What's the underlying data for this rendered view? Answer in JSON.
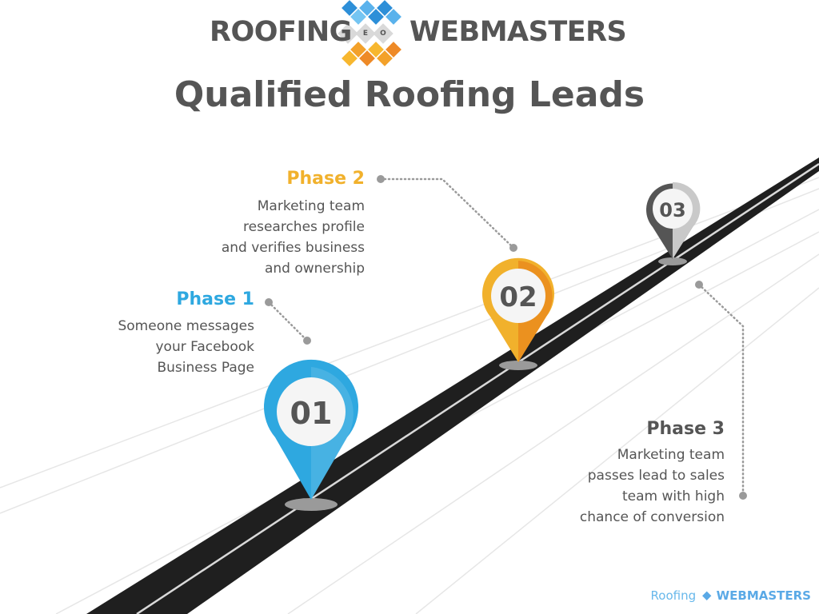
{
  "header": {
    "brand_left": "ROOFING",
    "brand_right": "WEBMASTERS",
    "brand_badge": "SEO",
    "title": "Qualified Roofing Leads"
  },
  "colors": {
    "phase1": "#2ea8e0",
    "phase2": "#f1b12c",
    "phase3": "#555555",
    "road": "#1f1f1f",
    "pin_inner": "#f5f5f5"
  },
  "phases": [
    {
      "heading": "Phase 1",
      "pin_number": "01",
      "description_lines": [
        "Someone messages",
        "your Facebook",
        "Business Page"
      ]
    },
    {
      "heading": "Phase 2",
      "pin_number": "02",
      "description_lines": [
        "Marketing team",
        "researches profile",
        "and verifies business",
        "and ownership"
      ]
    },
    {
      "heading": "Phase 3",
      "pin_number": "03",
      "description_lines": [
        "Marketing team",
        "passes lead to sales",
        "team with high",
        "chance of conversion"
      ]
    }
  ],
  "footer": {
    "roofing": "Roofing",
    "webmasters": "WEBMASTERS"
  }
}
